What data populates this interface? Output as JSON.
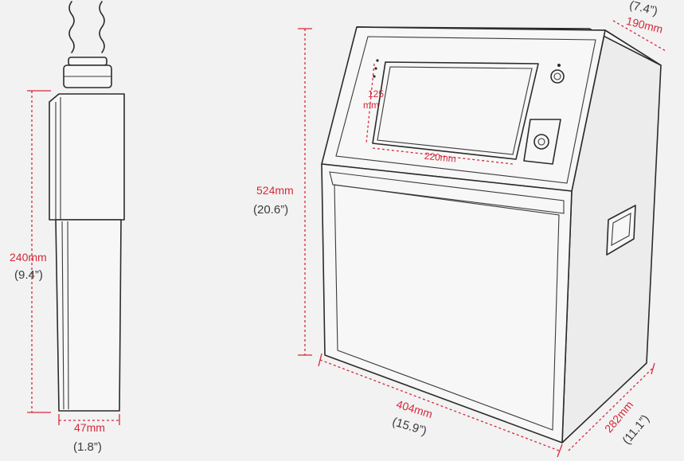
{
  "printhead": {
    "height_mm": "240mm",
    "height_in": "(9.4”)",
    "width_mm": "47mm",
    "width_in": "(1.8”)"
  },
  "printer": {
    "height_mm": "524mm",
    "height_in": "(20.6”)",
    "width_mm": "404mm",
    "width_in": "(15.9”)",
    "depth_base_mm": "282mm",
    "depth_base_in": "(11.1”)",
    "depth_top_mm": "190mm",
    "depth_top_in": "(7.4”)",
    "screen_width_mm": "220mm",
    "screen_height_value": "125",
    "screen_height_unit": "mm"
  },
  "colors": {
    "dimension": "#d6283a",
    "outline": "#2b2b2b",
    "background": "#f2f2f2"
  }
}
